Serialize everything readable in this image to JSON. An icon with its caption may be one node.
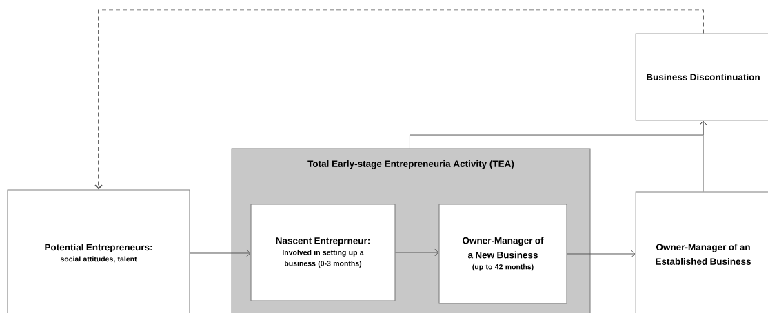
{
  "diagram": {
    "nodes": [
      {
        "text": [
          "Potential Entrepreneurs:",
          "social attitudes, talent"
        ]
      },
      {
        "text": [
          "Total Early-stage Entrepreneuria Activity (TEA)"
        ]
      },
      {
        "text": [
          "Nascent Entreprneur:",
          "Involved in setting up a business (0-3 months)"
        ],
        "in": 1
      },
      {
        "text": [
          "Owner-Manager of a New Business",
          "(up to 42 months)"
        ],
        "in": 1
      },
      {
        "text": [
          "Business Discontinuation"
        ]
      },
      {
        "text": [
          "Owner-Manager of an Established Business"
        ]
      }
    ],
    "edges": [
      {
        "from": 0,
        "to": 2,
        "arrow": "to"
      },
      {
        "from": 2,
        "to": 3,
        "arrow": "to"
      },
      {
        "from": 3,
        "to": 5,
        "arrow": "to"
      },
      {
        "from": 1,
        "to": 4,
        "arrow": "to"
      },
      {
        "from": 5,
        "to": 4,
        "arrow": "to"
      },
      {
        "from": 4,
        "to": 0,
        "arrow": "to",
        "style": "dashed"
      }
    ]
  }
}
